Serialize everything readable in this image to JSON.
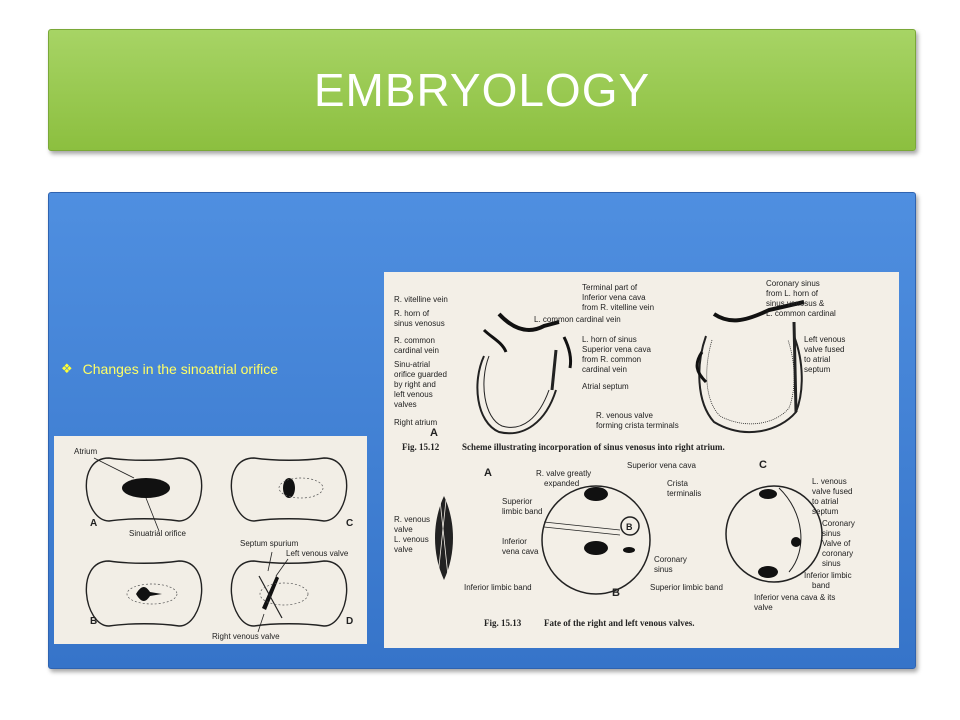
{
  "title": "EMBRYOLOGY",
  "bullet": {
    "text": "Changes in the sinoatrial orifice"
  },
  "figure_left": {
    "labels": {
      "atrium": "Atrium",
      "sinuatrial_orifice": "Sinuatrial orifice",
      "septum_spurium": "Septum spurium",
      "left_venous_valve": "Left venous valve",
      "right_venous_valve": "Right venous valve"
    },
    "panels": [
      "A",
      "B",
      "C",
      "D"
    ]
  },
  "figure_right": {
    "top_labels": {
      "r_vitelline_vein": "R. vitelline vein",
      "r_horn_1": "R. horn of",
      "r_horn_2": "sinus venosus",
      "r_common_1": "R. common",
      "r_common_2": "cardinal vein",
      "sinu_atrial_1": "Sinu-atrial",
      "sinu_atrial_2": "orifice guarded",
      "sinu_atrial_3": "by right and",
      "sinu_atrial_4": "left venous",
      "sinu_atrial_5": "valves",
      "right_atrium": "Right atrium",
      "terminal_1": "Terminal part of",
      "terminal_2": "Inferior vena cava",
      "terminal_3": "from R. vitelline vein",
      "l_common_cardinal": "L. common cardinal vein",
      "l_horn": "L. horn of sinus",
      "svc_1": "Superior vena cava",
      "svc_2": "from R. common",
      "svc_3": "cardinal vein",
      "atrial_septum": "Atrial septum",
      "r_venous_valve_1": "R. venous valve",
      "r_venous_valve_2": "forming crista terminals",
      "coronary_1": "Coronary sinus",
      "coronary_2": "from L. horn of",
      "coronary_3": "sinus venosus &",
      "coronary_4": "L. common cardinal",
      "left_venous_1": "Left venous",
      "left_venous_2": "valve fused",
      "left_venous_3": "to atrial",
      "left_venous_4": "septum",
      "panel_a": "A"
    },
    "caption_1": {
      "label": "Fig. 15.12",
      "text": "Scheme illustrating incorporation of sinus venosus into right atrium."
    },
    "bottom_labels": {
      "panel_a": "A",
      "panel_b": "B",
      "panel_b_circle": "B",
      "panel_c": "C",
      "r_valve_1": "R. valve greatly",
      "r_valve_2": "expanded",
      "svc": "Superior vena cava",
      "sup_limbic_1": "Superior",
      "sup_limbic_2": "limbic band",
      "r_venous_1": "R. venous",
      "r_venous_2": "valve",
      "l_venous_1": "L. venous",
      "l_venous_2": "valve",
      "ivc_1": "Inferior",
      "ivc_2": "vena cava",
      "inf_limbic": "Inferior limbic band",
      "crista_1": "Crista",
      "crista_2": "terminalis",
      "coronary_1": "Coronary",
      "coronary_2": "sinus",
      "sup_limbic_band": "Superior limbic band",
      "lv_fused_1": "L. venous",
      "lv_fused_2": "valve fused",
      "lv_fused_3": "to atrial",
      "lv_fused_4": "septum",
      "cs_1": "Coronary",
      "cs_2": "sinus",
      "valve_cs_1": "Valve of",
      "valve_cs_2": "coronary",
      "valve_cs_3": "sinus",
      "inf_limbic_1": "Inferior limbic",
      "inf_limbic_2": "band",
      "ivc_valve_1": "Inferior vena cava & its",
      "ivc_valve_2": "valve"
    },
    "caption_2": {
      "label": "Fig. 15.13",
      "text": "Fate of the right and left venous valves."
    }
  }
}
